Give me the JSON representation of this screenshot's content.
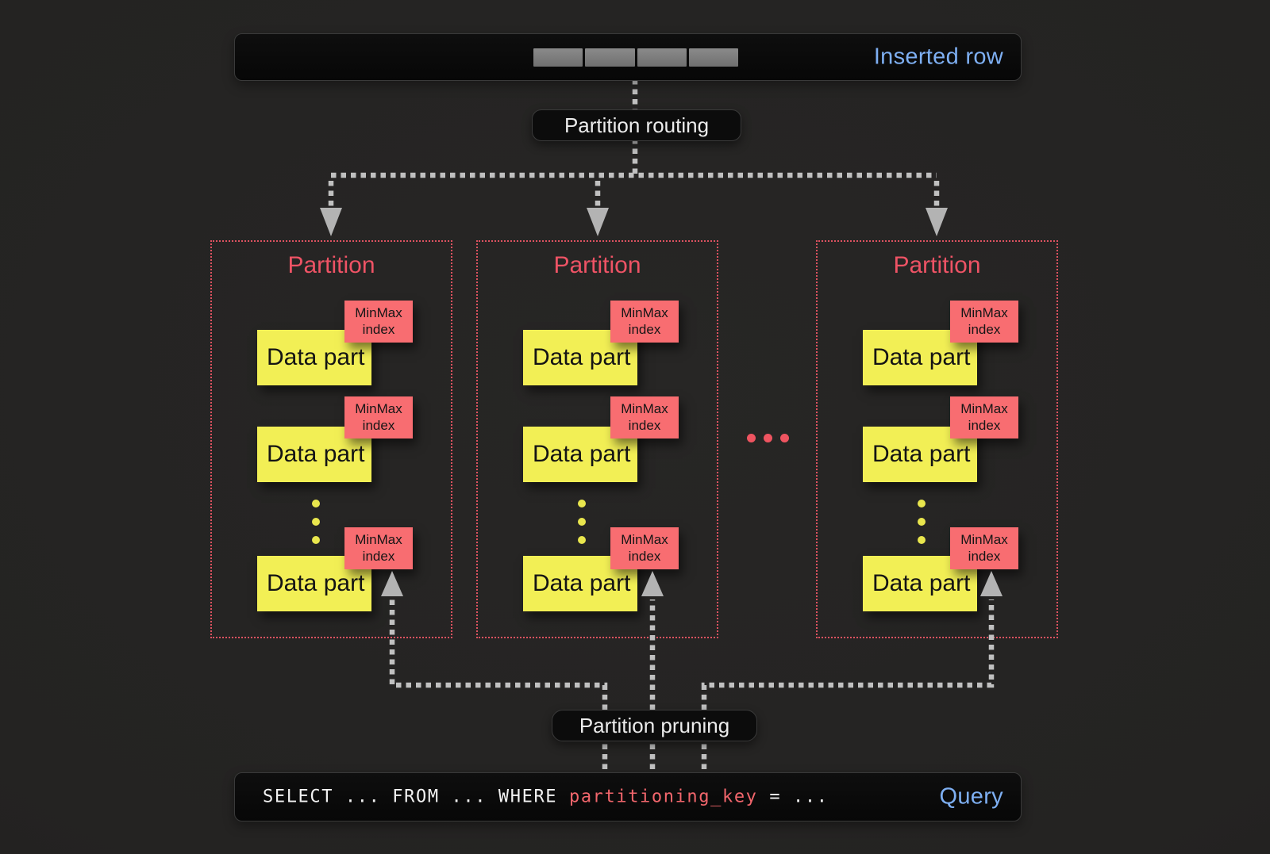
{
  "colors": {
    "background": "#242322",
    "accent_blue": "#7eaff2",
    "partition_red": "#ee5365",
    "partition_border_red": "#dd5260",
    "minmax_coral": "#f86d71",
    "datapart_yellow": "#f2ef55",
    "yellow_dot": "#e9e64d",
    "red_dot": "#ee5460",
    "connector_gray": "#c0c0c0",
    "bar_background": "#0c0c0c",
    "query_key_red": "#f2666c"
  },
  "inserted_row": {
    "label": "Inserted row",
    "segments": 4
  },
  "routing_label": "Partition routing",
  "pruning_label": "Partition pruning",
  "partitions": [
    {
      "title": "Partition"
    },
    {
      "title": "Partition"
    },
    {
      "title": "Partition"
    }
  ],
  "part_labels": {
    "data_part": "Data part",
    "minmax_line1": "MinMax",
    "minmax_line2": "index"
  },
  "query": {
    "select_clause": "SELECT ... FROM ... WHERE ",
    "key": "partitioning_key",
    "equals_clause": " = ...",
    "label": "Query"
  }
}
